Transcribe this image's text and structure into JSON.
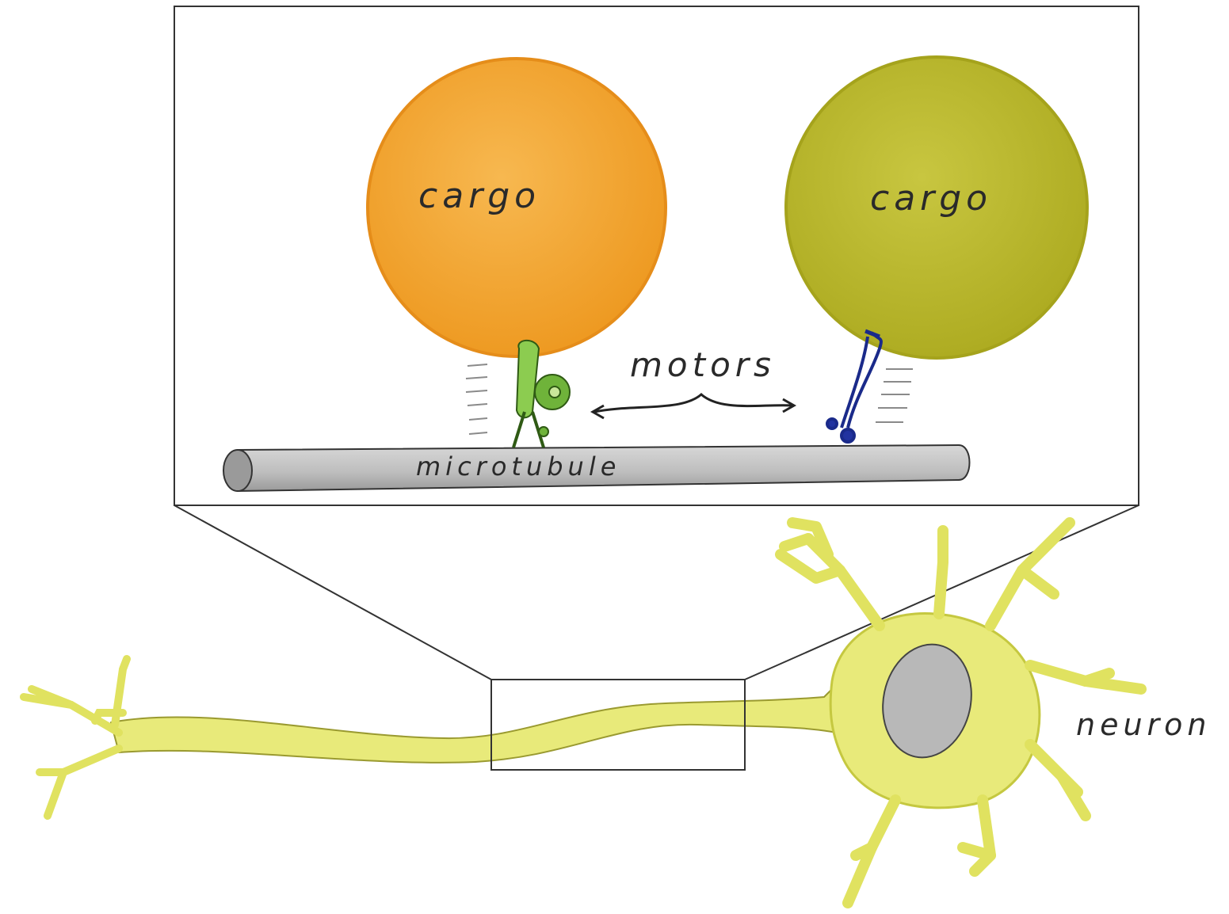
{
  "labels": {
    "cargo_left": "cargo",
    "cargo_right": "cargo",
    "motors": "motors",
    "microtubule": "microtubule",
    "neuron": "neuron"
  },
  "colors": {
    "cargo_left": "#f0a030",
    "cargo_right": "#b8b52a",
    "neuron_fill": "#e8ea7a",
    "nucleus": "#b8b8b8",
    "microtubule": "#c4c4c4",
    "kinesin_motor": "#6fb33a",
    "dynein_motor": "#2233a0",
    "outline": "#333333"
  }
}
